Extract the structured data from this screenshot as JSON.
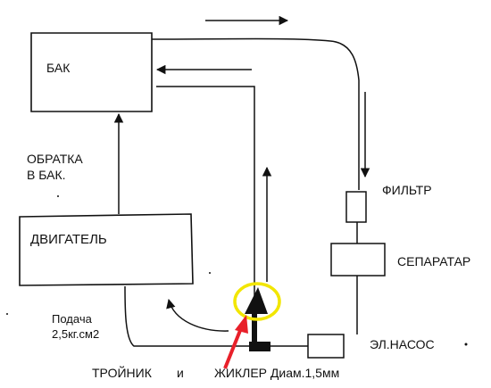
{
  "diagram": {
    "tank_label": "БАК",
    "engine_label": "ДВИГАТЕЛЬ",
    "return_label_line1": "ОБРАТКА",
    "return_label_line2": "В БАК.",
    "filter_label": "ФИЛЬТР",
    "separator_label": "СЕПАРАТАР",
    "pump_label": "ЭЛ.НАСОС",
    "feed_label_line1": "Подача",
    "feed_label_line2": "2,5кг.см2",
    "tee_label": "ТРОЙНИК",
    "and_label": "и",
    "jet_label": "ЖИКЛЕР Диам.1,5мм"
  },
  "colors": {
    "line": "#111111",
    "highlight_ring": "#f2e600",
    "pointer_arrow": "#e8202a"
  }
}
